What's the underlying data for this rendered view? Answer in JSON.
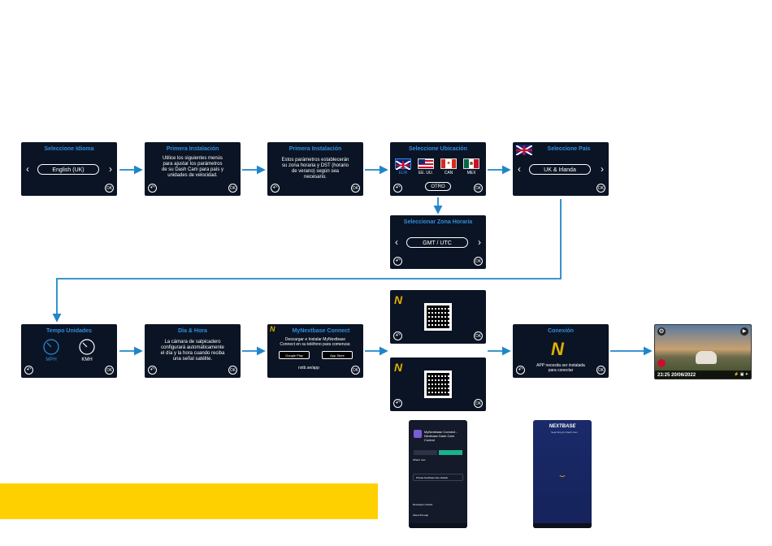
{
  "screens": {
    "s1": {
      "title": "Seleccione Idioma",
      "pill": "English (UK)",
      "ok": "OK"
    },
    "s2": {
      "title": "Primera Instalación",
      "body": "Utilice los siguientes menús para ajustar los parámetros de su Dash Cam para país y unidades de velocidad.",
      "ok": "OK"
    },
    "s3": {
      "title": "Primera Instalación",
      "body": "Estos parámetros establecerán su zona horaria y DST (horario de verano) según sea necesario.",
      "ok": "OK"
    },
    "s4": {
      "title": "Seleccione Ubicación",
      "flags": [
        "EUR",
        "EE. UU.",
        "CAN",
        "MEX"
      ],
      "other": "OTRO",
      "ok": "OK"
    },
    "s5": {
      "title": "Seleccione País",
      "pill": "UK & Irlanda",
      "ok": "OK"
    },
    "s6": {
      "title": "Seleccionar Zona Horaria",
      "pill": "GMT / UTC",
      "ok": "OK"
    },
    "s7": {
      "title": "Tempo Unidades",
      "unit1": "MPH",
      "unit2": "KMH",
      "ok": "OK"
    },
    "s8": {
      "title": "Día & Hora",
      "body": "La cámara de salpicadero configurará automáticamente el día y la hora cuando reciba una señal satélite.",
      "ok": "OK"
    },
    "s9": {
      "title": "MyNextbase Connect",
      "body": "Descargar e Instalar MyNextbase Connect en su teléfono para comenzar.",
      "google": "Google Play",
      "apple": "App Store",
      "link": "nxtb.se/app",
      "ok": "OK"
    },
    "s10": {
      "ok": "OK"
    },
    "s11": {
      "ok": "OK"
    },
    "s12": {
      "title": "Conexión",
      "body": "APP necesita ser instalada para conectar",
      "ok": "OK"
    },
    "s13": {
      "timestamp": "23:25 20/06/2022"
    }
  },
  "phones": {
    "p1": {
      "app_title": "MyNextbase Connect - Nextbase Dash Cam Control",
      "whats_new": "What's new",
      "section": "Private Nextbase Dev Details",
      "dev_contact": "Developer contact",
      "about": "About this app"
    },
    "p2": {
      "brand": "NEXTBASE",
      "status": "Searching for Dash Cam"
    }
  },
  "colors": {
    "screen_bg": "#0b1424",
    "accent": "#2f8ee0",
    "arrow": "#1f86c9",
    "highlight": "#ffd000"
  }
}
